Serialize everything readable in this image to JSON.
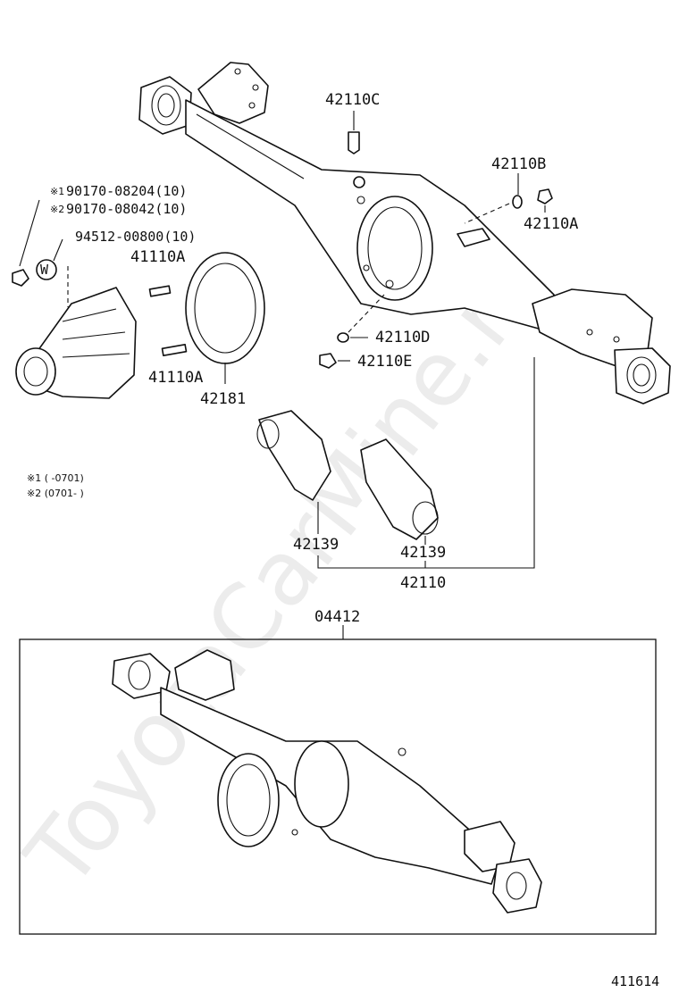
{
  "watermark": "ToyotaCarMine.ru",
  "labels": {
    "p42110C": "42110C",
    "p42110B": "42110B",
    "p42110A": "42110A",
    "p42110D": "42110D",
    "p42110E": "42110E",
    "p90170_08204": "90170-08204(10)",
    "p90170_08042": "90170-08042(10)",
    "p94512_00800": "94512-00800(10)",
    "p41110A_top": "41110A",
    "p41110A_bottom": "41110A",
    "p42181": "42181",
    "p42139_left": "42139",
    "p42139_right": "42139",
    "p42110": "42110",
    "p04412": "04412",
    "figure_number": "411614"
  },
  "markers": {
    "mark1": "※1",
    "mark2": "※2",
    "washer": "W"
  },
  "notes": {
    "note1": "※1 (      -0701)",
    "note2": "※2 (0701-      )"
  }
}
